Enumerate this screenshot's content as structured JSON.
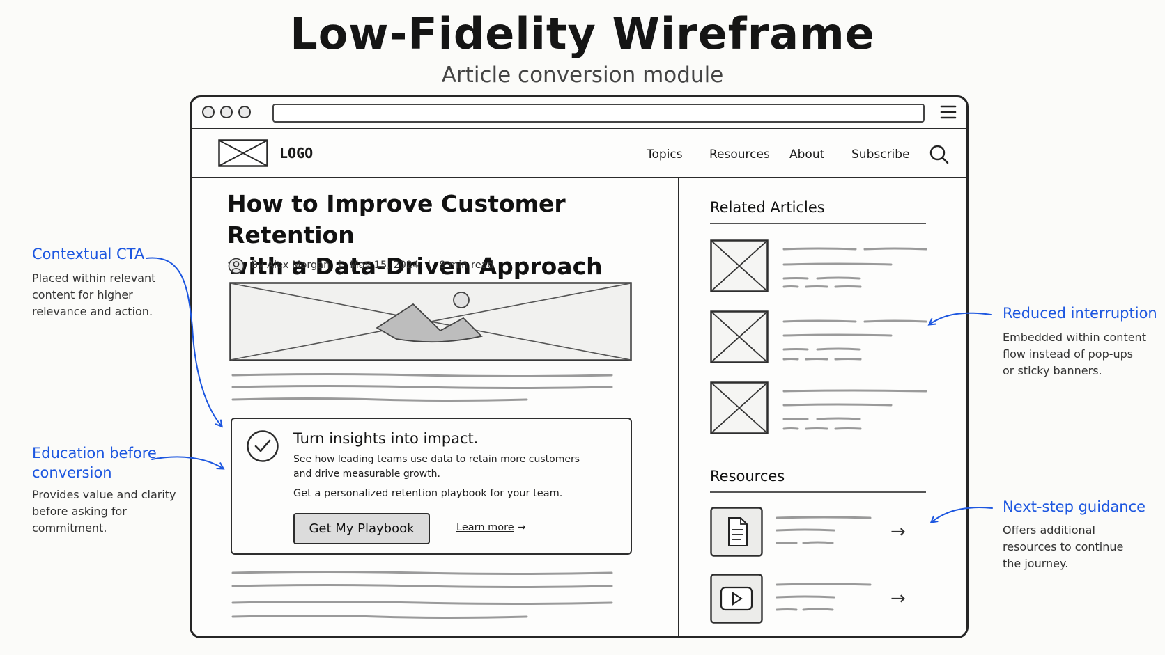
{
  "header": {
    "title": "Low-Fidelity Wireframe",
    "subtitle": "Article conversion module"
  },
  "site": {
    "logo_label": "LOGO",
    "nav": [
      "Topics",
      "Resources",
      "About",
      "Subscribe"
    ]
  },
  "article": {
    "title_line1": "How to Improve Customer Retention",
    "title_line2": "with a Data-Driven Approach",
    "author": "By Alex Morgan",
    "date": "May 15, 2024",
    "read_time": "8 min read",
    "separator": "|"
  },
  "cta": {
    "heading": "Turn insights into impact.",
    "body": "See how leading teams use data to retain more customers and drive measurable growth.",
    "sub": "Get a personalized retention playbook for your team.",
    "button_label": "Get My Playbook",
    "learn_more": "Learn more",
    "arrow": "→"
  },
  "sidebar": {
    "related_heading": "Related Articles",
    "related_count": 3,
    "resources_heading": "Resources",
    "resources": [
      {
        "icon": "document-icon",
        "arrow": "→"
      },
      {
        "icon": "play-icon",
        "arrow": "→"
      }
    ]
  },
  "annotations": {
    "contextual_cta": {
      "title": "Contextual CTA",
      "body": [
        "Placed within relevant",
        "content for higher",
        "relevance and action."
      ]
    },
    "education": {
      "title_lines": [
        "Education before",
        "conversion"
      ],
      "body": [
        "Provides value and clarity",
        "before asking for",
        "commitment."
      ]
    },
    "reduced_interruption": {
      "title": "Reduced interruption",
      "body": [
        "Embedded within content",
        "flow instead of pop-ups",
        "or sticky banners."
      ]
    },
    "next_step": {
      "title": "Next-step guidance",
      "body": [
        "Offers additional",
        "resources to continue",
        "the journey."
      ]
    }
  },
  "colors": {
    "annotation_blue": "#1d57e0",
    "ink": "#222222",
    "placeholder_gray": "#9a9a9a",
    "button_fill": "#dcdcdc"
  }
}
